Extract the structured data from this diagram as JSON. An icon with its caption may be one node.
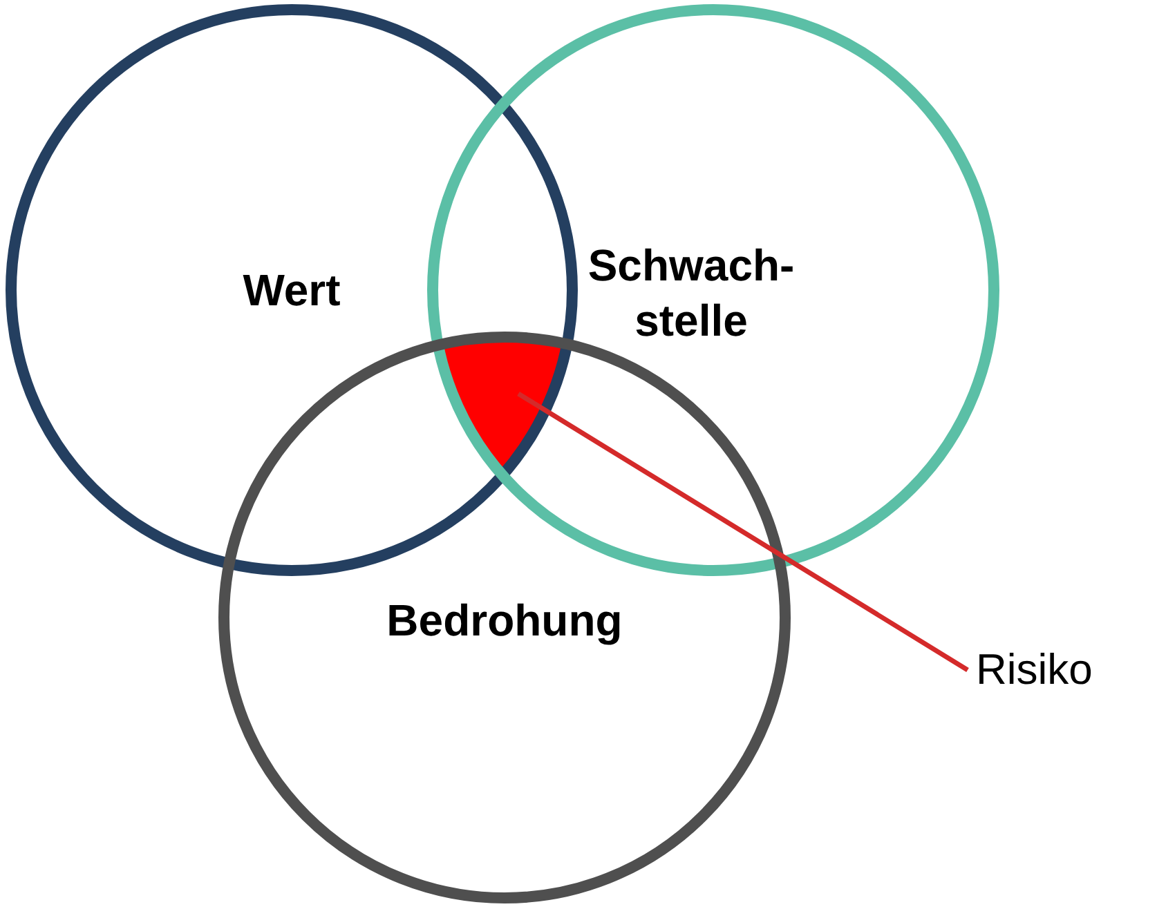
{
  "diagram": {
    "nodes": [
      {
        "text": [
          "Wert"
        ]
      },
      {
        "text": [
          "Schwach- stelle"
        ]
      },
      {
        "text": [
          "Bedrohung"
        ]
      },
      {
        "text": [
          "Risiko"
        ]
      },
      {
        "text": [],
        "shape": "triangle"
      }
    ],
    "edges": [
      {
        "from": 3,
        "to": 4,
        "arrow": "none",
        "color": "#d42a2a"
      }
    ]
  }
}
